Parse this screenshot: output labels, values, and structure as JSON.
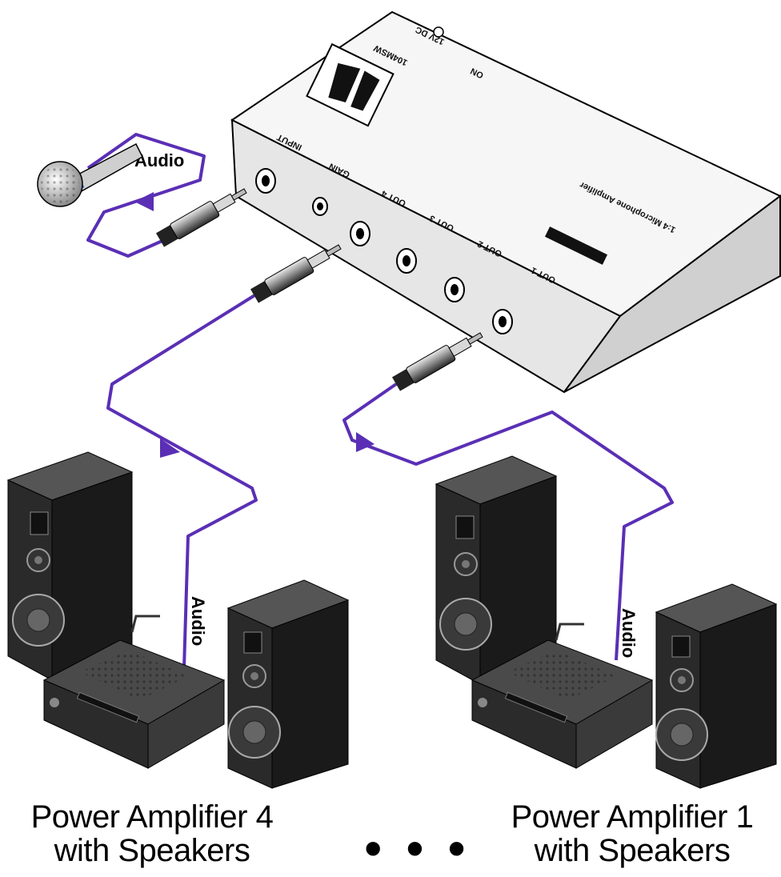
{
  "device": {
    "panel_labels": {
      "input": "INPUT",
      "gain": "GAIN",
      "out4": "OUT 4",
      "out3": "OUT 3",
      "out2": "OUT 2",
      "out1": "OUT 1",
      "on": "ON",
      "power": "12V DC",
      "model": "1:4 Microphone Amplifier",
      "model_number": "104MSW"
    }
  },
  "cables": {
    "mic_label": "Audio",
    "amp4_label": "Audio",
    "amp1_label": "Audio"
  },
  "captions": {
    "left_line1": "Power Amplifier 4",
    "left_line2": "with Speakers",
    "right_line1": "Power Amplifier 1",
    "right_line2": "with Speakers",
    "ellipsis": "• • •"
  },
  "colors": {
    "cable": "#5a2fb5",
    "device_top": "#f4f4f4",
    "device_side": "#dcdcdc",
    "speaker_dark": "#1e1e1e",
    "speaker_side": "#3a3a3a"
  }
}
